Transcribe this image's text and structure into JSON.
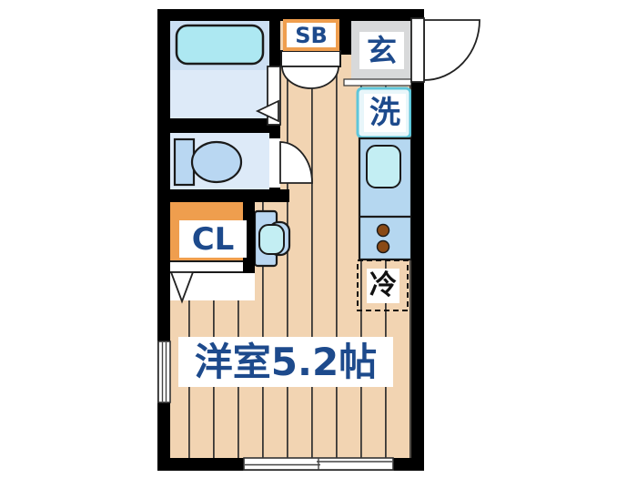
{
  "floor_plan": {
    "title": "Studio apartment floor plan",
    "labels": {
      "shoe_box": "SB",
      "entrance": "玄",
      "washer": "洗",
      "closet": "CL",
      "refrigerator": "冷",
      "main_room": "洋室5.2帖"
    },
    "colors": {
      "wall": "#000000",
      "wood_floor": "#f2d4b2",
      "plank_line": "#2e2e2e",
      "bath_floor": "#ddeaf8",
      "bathtub": "#ade8f2",
      "bathtub_deck": "#ccdff3",
      "toilet_fixture": "#b9d7f2",
      "entrance_tile": "#d8d9da",
      "kitchen_counter": "#b5d7f0",
      "kitchen_sink": "#c3eef3",
      "washer_pan_border": "#5fc6da",
      "accent_orange": "#ef9e4e",
      "label_text_blue": "#1d4a8c",
      "burner_brown": "#8a4a15"
    }
  }
}
